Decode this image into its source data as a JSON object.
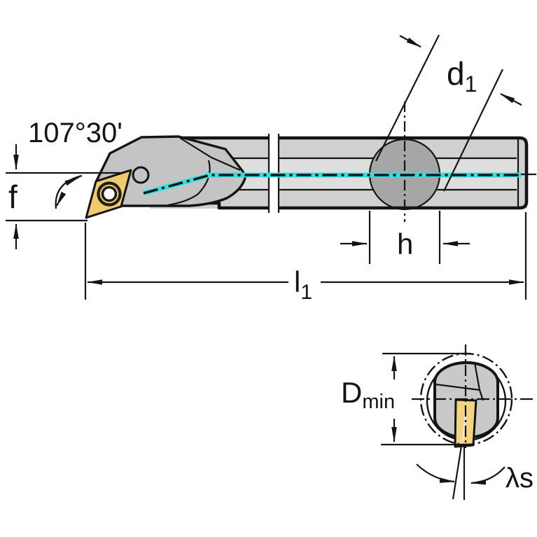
{
  "drawing": {
    "type": "tool-technical-drawing",
    "views": [
      "side-view-boring-bar",
      "cross-section-min-bore"
    ]
  },
  "labels": {
    "cutting_edge_angle": "107°30'",
    "offset_f": "f",
    "length_l1_main": "l",
    "length_l1_sub": "1",
    "flat_width_h": "h",
    "clamp_dia_d1_main": "d",
    "clamp_dia_d1_sub": "1",
    "min_bore_main": "D",
    "min_bore_sub": "min",
    "inclination_angle": "λs"
  },
  "colors": {
    "centerline_cyan": "#2FDFE4",
    "insert_yellow": "#F0CB6C",
    "insert_yellow_light": "#F3D483",
    "bar_gray": "#D0D0D0",
    "bar_mid_gray": "#DEDEDE",
    "head_gray": "#C4C4C4",
    "clamp_circle_gray": "#A6A6A6",
    "section_gray": "#C9C9C9",
    "line_black": "#141414"
  }
}
